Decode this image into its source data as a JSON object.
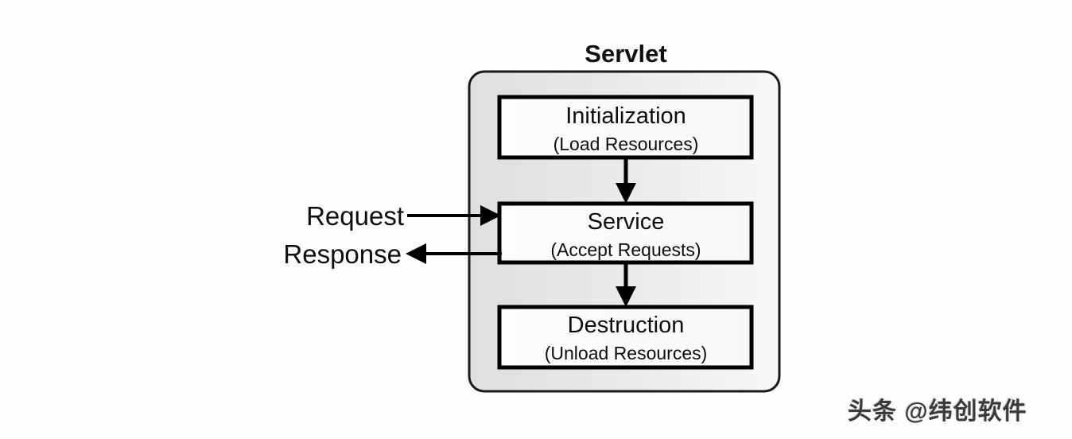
{
  "diagram": {
    "title": "Servlet",
    "container": {
      "name": "servlet-container",
      "fill_left": "#e2e1e1",
      "fill_right": "#f7f7f7",
      "stroke": "#1a1a1a"
    },
    "stages": [
      {
        "id": "initialization",
        "title": "Initialization",
        "subtitle": "(Load Resources)"
      },
      {
        "id": "service",
        "title": "Service",
        "subtitle": "(Accept Requests)"
      },
      {
        "id": "destruction",
        "title": "Destruction",
        "subtitle": "(Unload Resources)"
      }
    ],
    "flows": [
      {
        "id": "request",
        "label": "Request",
        "direction": "into-service"
      },
      {
        "id": "response",
        "label": "Response",
        "direction": "out-of-service"
      }
    ],
    "connectors": [
      {
        "id": "init-to-service",
        "from": "initialization",
        "to": "service"
      },
      {
        "id": "service-to-destruction",
        "from": "service",
        "to": "destruction"
      }
    ],
    "colors": {
      "background": "#fdfcfe",
      "box_fill": "#fbfbfb",
      "box_stroke": "#000000",
      "arrow": "#000000",
      "text": "#0d0d0d"
    }
  },
  "watermark": {
    "text": "头条 @纬创软件"
  }
}
